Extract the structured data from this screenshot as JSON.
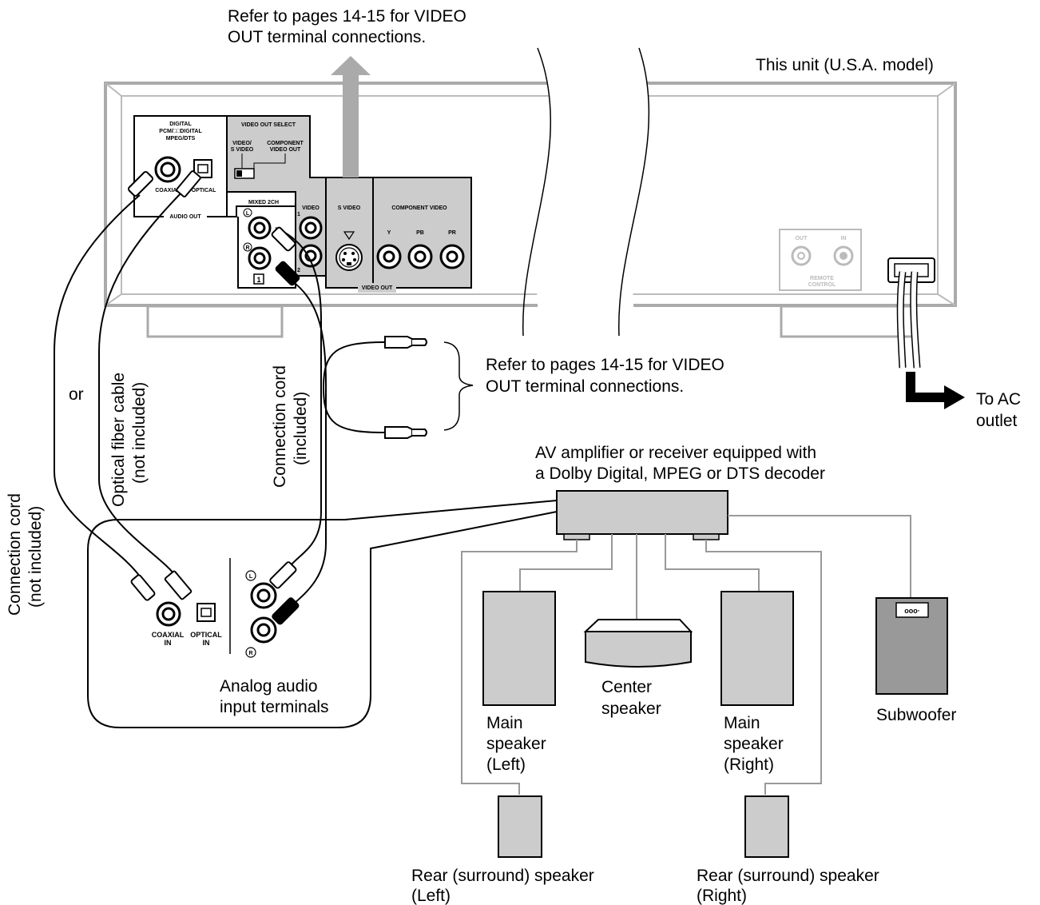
{
  "labels": {
    "top_ref_line1": "Refer to pages 14-15 for VIDEO",
    "top_ref_line2": "OUT terminal connections.",
    "this_unit": "This unit (U.S.A. model)",
    "mid_ref_line1": "Refer to pages 14-15 for VIDEO",
    "mid_ref_line2": "OUT terminal connections.",
    "ac_line1": "To AC",
    "ac_line2": "outlet",
    "amp_line1": "AV amplifier or receiver equipped with",
    "amp_line2": "a Dolby Digital, MPEG or DTS decoder",
    "cord_not_included_1": "Connection cord",
    "cord_not_included_2": "(not included)",
    "or": "or",
    "optical_1": "Optical fiber cable",
    "optical_2": "(not included)",
    "cord_included_1": "Connection cord",
    "cord_included_2": "(included)",
    "analog_1": "Analog audio",
    "analog_2": "input terminals",
    "center_1": "Center",
    "center_2": "speaker",
    "main_left_1": "Main",
    "main_left_2": "speaker",
    "main_left_3": "(Left)",
    "main_right_1": "Main",
    "main_right_2": "speaker",
    "main_right_3": "(Right)",
    "subwoofer": "Subwoofer",
    "rear_left_1": "Rear (surround) speaker",
    "rear_left_2": "(Left)",
    "rear_right_1": "Rear (surround) speaker",
    "rear_right_2": "(Right)"
  },
  "panel": {
    "digital": "DIGITAL",
    "pcm": "PCM/□□DIGITAL",
    "mpeg": "MPEG/DTS",
    "coaxial": "COAXIAL",
    "optical": "OPTICAL",
    "audio_out": "AUDIO OUT",
    "video_out_select": "VIDEO OUT SELECT",
    "video_s_video_1": "VIDEO/",
    "video_s_video_2": "S VIDEO",
    "component_1": "COMPONENT",
    "component_2": "VIDEO OUT",
    "mixed": "MIXED 2CH",
    "l": "L",
    "r": "R",
    "one": "1",
    "video": "VIDEO",
    "video_1": "1",
    "video_2": "2",
    "s_video": "S VIDEO",
    "component_video": "COMPONENT VIDEO",
    "y": "Y",
    "pb": "PB",
    "pr": "PR",
    "video_out": "VIDEO OUT",
    "remote_out": "OUT",
    "remote_in": "IN",
    "remote_1": "REMOTE",
    "remote_2": "CONTROL",
    "coaxial_in_1": "COAXIAL",
    "coaxial_in_2": "IN",
    "optical_in_1": "OPTICAL",
    "optical_in_2": "IN",
    "amp_l": "L",
    "amp_r": "R",
    "sub_dots": "ooo·"
  }
}
